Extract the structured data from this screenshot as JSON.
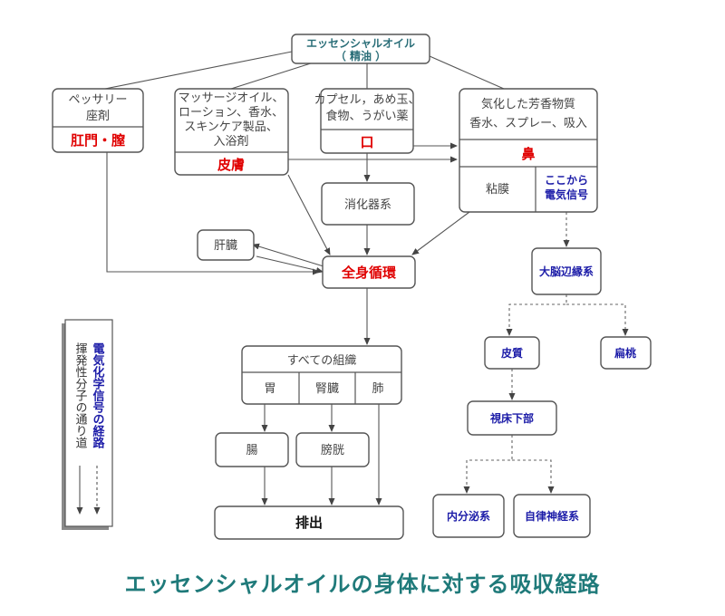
{
  "nodes": {
    "essential_oil": {
      "line1": "エッセンシャルオイル",
      "line2": "（ 精油 ）"
    },
    "anus": {
      "line1": "ペッサリー",
      "line2": "座剤",
      "label": "肛門・膣"
    },
    "skin": {
      "line1": "マッサージオイル、",
      "line2": "ローション、香水、",
      "line3": "スキンケア製品、",
      "line4": "入浴剤",
      "label": "皮膚"
    },
    "mouth": {
      "line1": "カプセル，あめ玉、",
      "line2": "食物、うがい薬",
      "label": "口"
    },
    "nose": {
      "line1": "気化した芳香物質",
      "line2": "香水、スプレー、吸入",
      "label": "鼻",
      "mucosa": "粘膜",
      "signal1": "ここから",
      "signal2": "電気信号"
    },
    "digestive": {
      "label": "消化器系"
    },
    "liver": {
      "label": "肝臓"
    },
    "circulation": {
      "label": "全身循環"
    },
    "tissues": {
      "label": "すべての組織",
      "stomach": "胃",
      "kidney": "腎臓",
      "lung": "肺"
    },
    "intestine": {
      "label": "腸"
    },
    "bladder": {
      "label": "膀胱"
    },
    "excretion": {
      "label": "排出"
    },
    "limbic": {
      "label": "大脳辺縁系"
    },
    "cortex": {
      "label": "皮質"
    },
    "amygdala": {
      "label": "扁桃"
    },
    "hypothalamus": {
      "label": "視床下部"
    },
    "endocrine": {
      "label": "内分泌系"
    },
    "autonomic": {
      "label": "自律神経系"
    }
  },
  "legend": {
    "electric_signal": "電気化学信号の経路",
    "volatile": "揮発性分子の通り道"
  },
  "footer": {
    "title": "エッセンシャルオイルの身体に対する吸収経路"
  },
  "colors": {
    "red": "#e00000",
    "blue": "#1c1ca8",
    "teal": "#1f7a7a"
  }
}
